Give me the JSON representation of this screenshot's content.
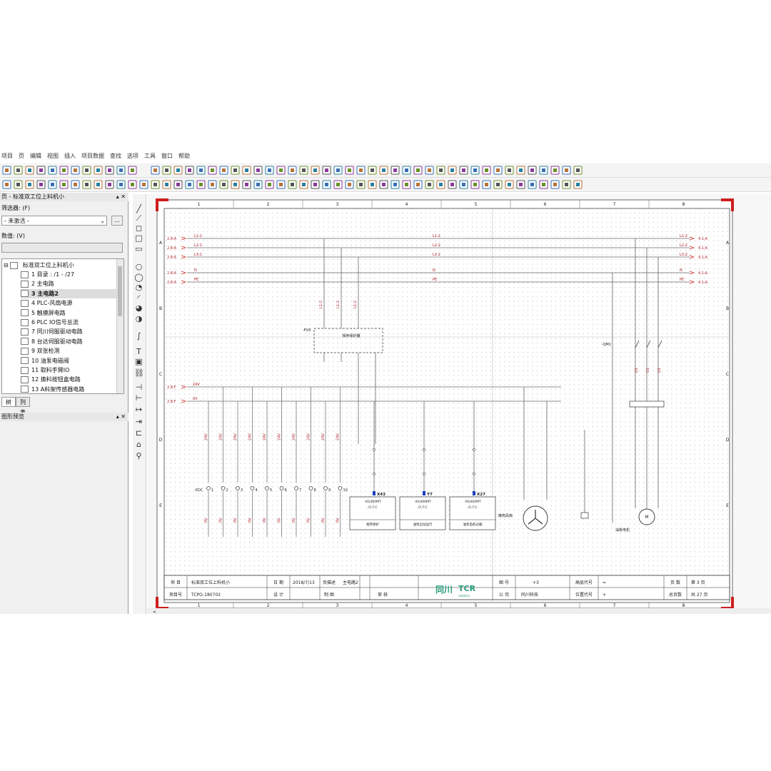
{
  "menubar": {
    "items": [
      "项目",
      "页",
      "编辑",
      "视图",
      "插入",
      "项目数据",
      "查找",
      "选项",
      "工具",
      "窗口",
      "帮助"
    ]
  },
  "panel": {
    "title": "页 - 标准双工位上料机小",
    "filter_label": "筛选器: (F)",
    "filter_value": "- 未激活 -",
    "more_button": "...",
    "value_label": "数值: (V)",
    "tree": {
      "root": "标准双工位上料机小",
      "pages": [
        "1 目录 : /1 - /27",
        "2 主电路",
        "3 主电路2",
        "4 PLC-风扇电源",
        "5 触摸屏电路",
        "6 PLC IO信号总流",
        "7 同川伺服驱动电路",
        "8 台达伺服驱动电路",
        "9 双张检测",
        "10 油泵电磁阀",
        "11 取料手臂IO",
        "12 换料按钮盒电路",
        "13 A料架传感器电路"
      ],
      "selected_index": 2
    },
    "tabs": [
      "树",
      "列表"
    ],
    "preview_title": "图形预览"
  },
  "drawing": {
    "column_numbers": [
      "1",
      "2",
      "3",
      "4",
      "5",
      "6",
      "7",
      "8"
    ],
    "row_letters": [
      "A",
      "B",
      "C",
      "D",
      "E"
    ],
    "left_bus": [
      "L1-2",
      "L2-2",
      "L3-2",
      "N",
      "PE"
    ],
    "left_refs": [
      "2.8:A",
      "2.8:A",
      "2.8:A",
      "2.8:A",
      "2.8:A"
    ],
    "right_bus": [
      "L1-2",
      "L2-2",
      "L3-2",
      "N",
      "PE"
    ],
    "right_refs": [
      "4.1:A",
      "4.1:A",
      "4.1:A",
      "4.1:A",
      "4.1:A"
    ],
    "dc_left_refs": [
      "2.8:F",
      "2.8:F"
    ],
    "dc_labels": [
      "24V",
      "0V"
    ],
    "protector": {
      "tag": "-FU0",
      "label": "相序保护器"
    },
    "terminal_strip": {
      "tag": "-XDC",
      "numbers": [
        "1",
        "2",
        "3",
        "4",
        "5",
        "6",
        "7",
        "8",
        "9",
        "10"
      ]
    },
    "relay_bases": [
      {
        "tag": "X43",
        "model": "-XG400MT",
        "sub": "/3.7:C",
        "title": "相序保护"
      },
      {
        "tag": "Y7",
        "model": "-XG400MT",
        "sub": "/3.7:C",
        "title": "油泵启动运行"
      },
      {
        "tag": "X27",
        "model": "-XG400MT",
        "sub": "/3.7:C",
        "title": "油泵电机过载"
      }
    ],
    "motor_labels": {
      "fan": "散热风扇",
      "pump": "油泵电机",
      "breaker": "-QM1"
    }
  },
  "title_block": {
    "project_label": "项 目",
    "project_value": "标准双工位上料机小",
    "project_no_label": "项目号",
    "project_no_value": "TCPO-180702",
    "date_label": "日 期",
    "date_value": "2018/7/13",
    "design_label": "设 计",
    "page_desc_label": "页描述",
    "page_desc_value": "主电路2",
    "drawing_label": "制 图",
    "review_label": "审 核",
    "logo_cn": "同川",
    "logo_en": "TCR",
    "logo_sub": "robotics",
    "fig_label": "图 号",
    "fig_value": "+3",
    "company_label": "公 司",
    "company_value": "同川科技",
    "high_code_label": "高层代号",
    "high_code_value": "=",
    "loc_code_label": "位置代号",
    "loc_code_value": "+",
    "page_label": "页 数",
    "page_value": "第 3 页",
    "total_label": "总页数",
    "total_value": "共 27 页"
  },
  "colors": {
    "frame": "#cc1f1f",
    "wire": "#666666",
    "label": "#b0202a",
    "grid": "#a9a9a9",
    "paper": "#ffffff"
  }
}
